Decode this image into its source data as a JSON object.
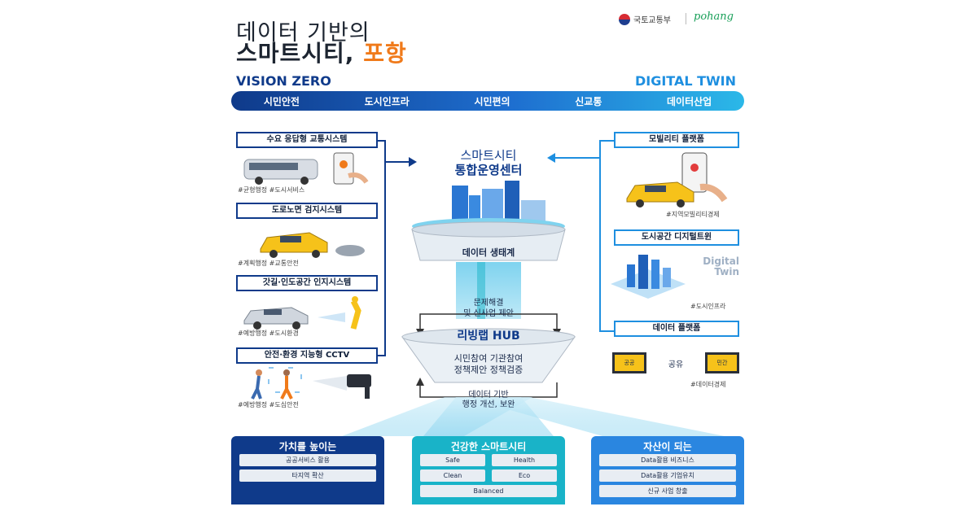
{
  "header": {
    "title_line1": "데이터 기반의",
    "title_line2_main": "스마트시티,",
    "title_line2_accent": "포항",
    "logo_molit": "국토교통부",
    "logo_pohang": "pohang"
  },
  "band": {
    "left_label": "VISION ZERO",
    "right_label": "DIGITAL TWIN",
    "items": [
      "시민안전",
      "도시인프라",
      "시민편의",
      "신교통",
      "데이터산업"
    ]
  },
  "left_systems": [
    {
      "title": "수요 응답형 교통시스템",
      "tags": "#균형행정 #도시서비스"
    },
    {
      "title": "도로노면 검지시스템",
      "tags": "#계획행정 #교통안전"
    },
    {
      "title": "갓길·인도공간 인지시스템",
      "tags": "#예방행정 #도시환경"
    },
    {
      "title": "안전·환경 지능형 CCTV",
      "tags": "#예방행정 #도심안전"
    }
  ],
  "right_systems": [
    {
      "title": "모빌리티 플랫폼",
      "tags": "#지역모빌리티경제"
    },
    {
      "title": "도시공간 디지털트윈",
      "tags": "#도시인프라",
      "overlay": "Digital\nTwin"
    },
    {
      "title": "데이터 플랫폼",
      "tags": "#데이터경제",
      "share_left": "공공",
      "share_mid": "공유",
      "share_right": "민간"
    }
  ],
  "center": {
    "title1": "스마트시티",
    "title2": "통합운영센터",
    "ecosystem": "데이터 생태계",
    "problem1": "문제해결",
    "problem2": "및 신사업 제안",
    "hub": "리빙랩 HUB",
    "participation1": "시민참여 기관참여",
    "participation2": "정책제안 정책검증",
    "admin1": "데이터 기반",
    "admin2": "행정 개선, 보완"
  },
  "panels": [
    {
      "title": "가치를 높이는",
      "items": [
        "공공서비스 활용",
        "타지역 확산"
      ]
    },
    {
      "title": "건강한 스마트시티",
      "items": [
        "Safe",
        "Health",
        "Clean",
        "Eco",
        "Balanced"
      ]
    },
    {
      "title": "자산이 되는",
      "items": [
        "Data활용 비즈니스",
        "Data활용 기업유치",
        "신규 사업 창출"
      ]
    }
  ],
  "colors": {
    "navy": "#0f3a8a",
    "blue": "#1e8fe0",
    "teal": "#19b3c8",
    "orange": "#f07a1a"
  }
}
